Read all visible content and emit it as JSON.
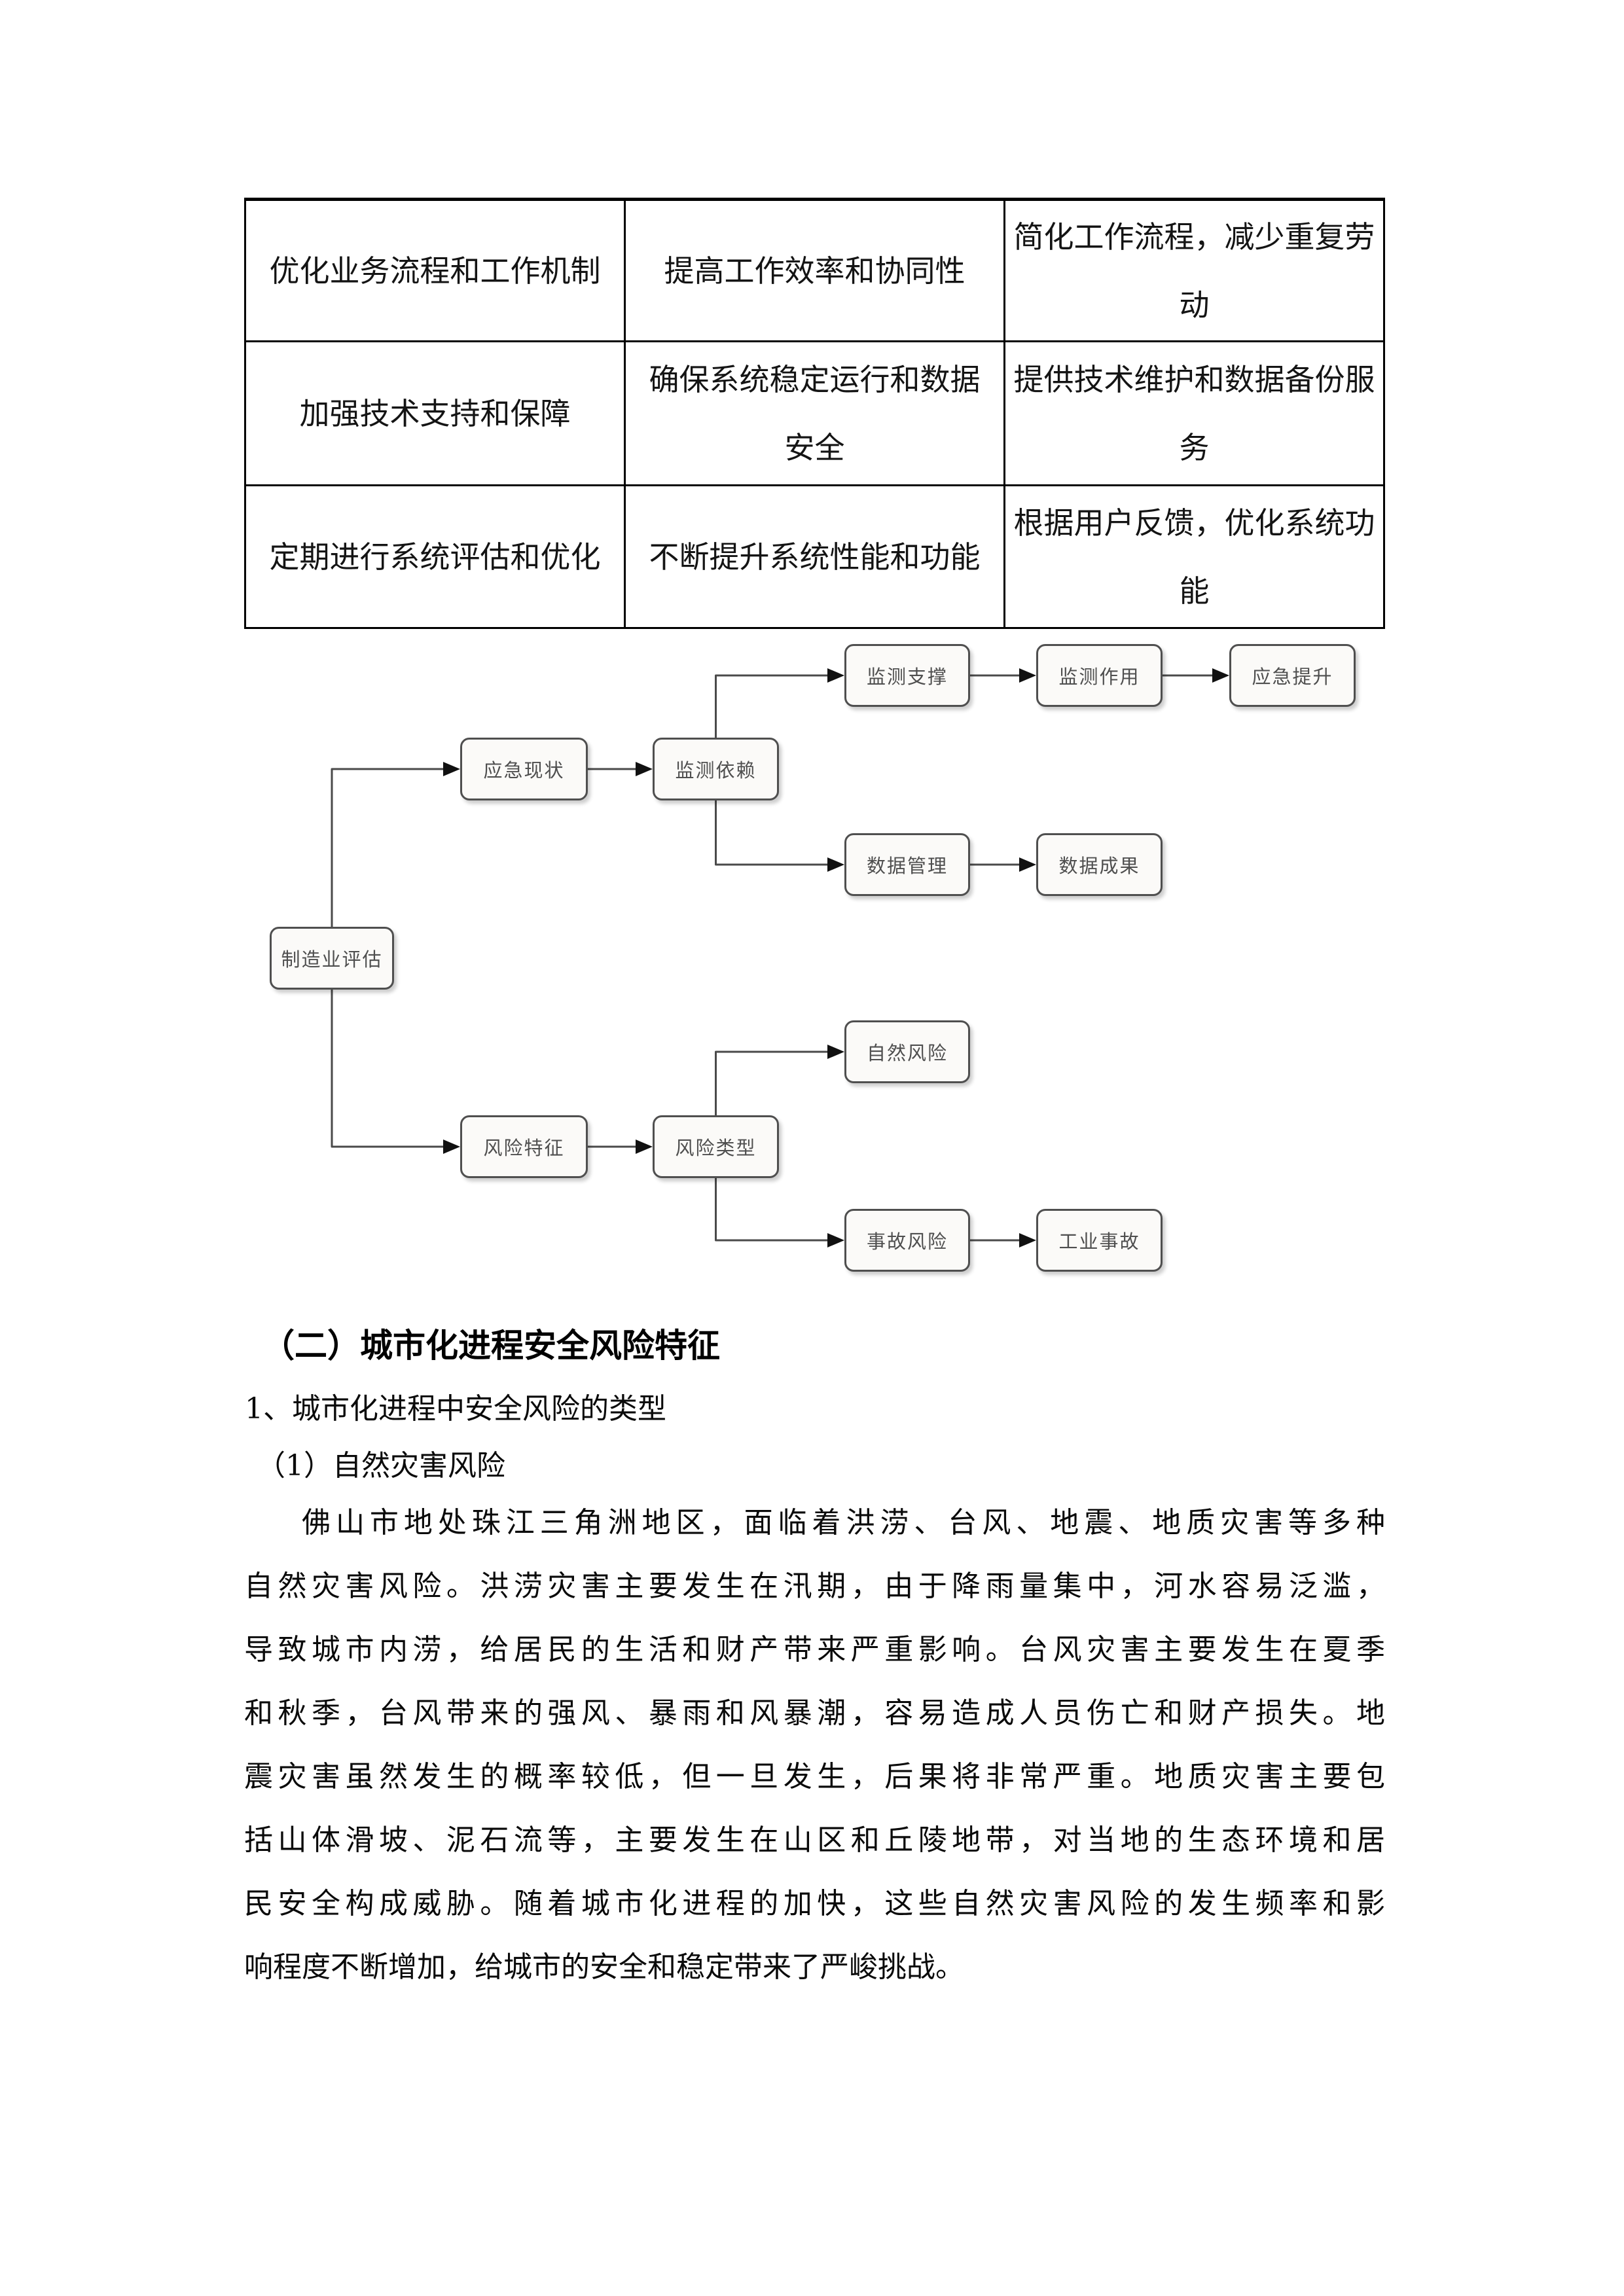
{
  "table": {
    "rows": [
      [
        "优化业务流程和工作机制",
        "提高工作效率和协同性",
        "简化工作流程，减少重复劳动"
      ],
      [
        "加强技术支持和保障",
        "确保系统稳定运行和数据安全",
        "提供技术维护和数据备份服务"
      ],
      [
        "定期进行系统评估和优化",
        "不断提升系统性能和功能",
        "根据用户反馈，优化系统功能"
      ]
    ]
  },
  "diagram": {
    "nodes": {
      "root": "制造业评估",
      "yingji_xianzhuang": "应急现状",
      "jiance_yilai": "监测依赖",
      "jiance_zhicheng": "监测支撑",
      "jiance_zuoyong": "监测作用",
      "yingji_tisheng": "应急提升",
      "shuju_guanli": "数据管理",
      "shuju_chengguo": "数据成果",
      "fengxian_tezheng": "风险特征",
      "fengxian_leixing": "风险类型",
      "ziran_fengxian": "自然风险",
      "shigu_fengxian": "事故风险",
      "gongye_shigu": "工业事故"
    },
    "edges": [
      {
        "from": "root",
        "to": "yingji_xianzhuang"
      },
      {
        "from": "root",
        "to": "fengxian_tezheng"
      },
      {
        "from": "yingji_xianzhuang",
        "to": "jiance_yilai"
      },
      {
        "from": "jiance_yilai",
        "to": "jiance_zhicheng"
      },
      {
        "from": "jiance_yilai",
        "to": "shuju_guanli"
      },
      {
        "from": "jiance_zhicheng",
        "to": "jiance_zuoyong"
      },
      {
        "from": "jiance_zuoyong",
        "to": "yingji_tisheng"
      },
      {
        "from": "shuju_guanli",
        "to": "shuju_chengguo"
      },
      {
        "from": "fengxian_tezheng",
        "to": "fengxian_leixing"
      },
      {
        "from": "fengxian_leixing",
        "to": "ziran_fengxian"
      },
      {
        "from": "fengxian_leixing",
        "to": "shigu_fengxian"
      },
      {
        "from": "shigu_fengxian",
        "to": "gongye_shigu"
      }
    ],
    "style": {
      "box_border": "#4f4f4f",
      "box_fill": "#fbfaf8",
      "line_color": "#4a4a4a",
      "arrow_color": "#111111",
      "label_color": "#4f4f4f"
    }
  },
  "headings": {
    "section": "（二）城市化进程安全风险特征",
    "sub1": "1、城市化进程中安全风险的类型",
    "sub2": "（1）自然灾害风险"
  },
  "paragraph": {
    "lines": [
      "佛山市地处珠江三角洲地区，面临着洪涝、台风、地震、地质灾害等多种",
      "自然灾害风险。洪涝灾害主要发生在汛期，由于降雨量集中，河水容易泛滥，",
      "导致城市内涝，给居民的生活和财产带来严重影响。台风灾害主要发生在夏季",
      "和秋季，台风带来的强风、暴雨和风暴潮，容易造成人员伤亡和财产损失。地",
      "震灾害虽然发生的概率较低，但一旦发生，后果将非常严重。地质灾害主要包",
      "括山体滑坡、泥石流等，主要发生在山区和丘陵地带，对当地的生态环境和居",
      "民安全构成威胁。随着城市化进程的加快，这些自然灾害风险的发生频率和影",
      "响程度不断增加，给城市的安全和稳定带来了严峻挑战。"
    ]
  }
}
